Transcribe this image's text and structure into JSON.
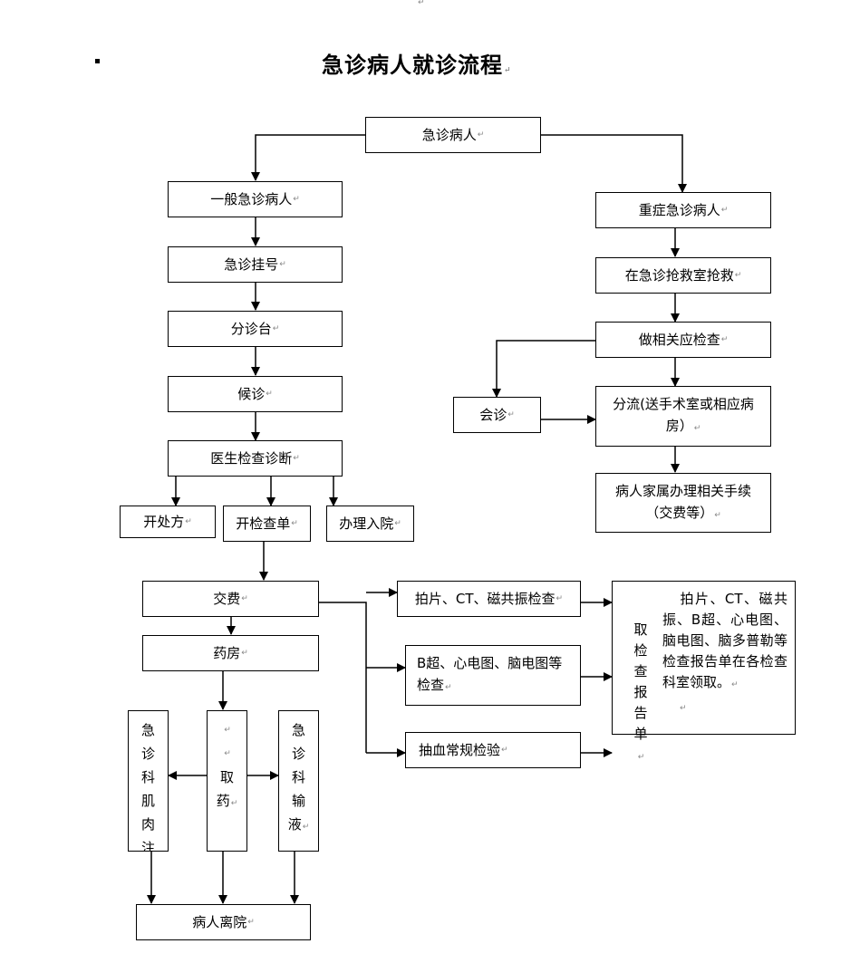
{
  "title": "急诊病人就诊流程",
  "return_mark": "↵",
  "nodes": {
    "start": "急诊病人",
    "general": "一般急诊病人",
    "register": "急诊挂号",
    "triage": "分诊台",
    "waiting": "候诊",
    "diagnosis": "医生检查诊断",
    "prescription": "开处方",
    "exam_order": "开检查单",
    "admission": "办理入院",
    "payment": "交费",
    "pharmacy": "药房",
    "injection": [
      "急",
      "诊",
      "科",
      "肌",
      "肉",
      "注"
    ],
    "get_medicine": [
      "取",
      "药"
    ],
    "infusion": [
      "急",
      "诊",
      "科",
      "输",
      "液"
    ],
    "discharge": "病人离院",
    "critical": "重症急诊病人",
    "rescue": "在急诊抢救室抢救",
    "related_exam": "做相关应检查",
    "consultation": "会诊",
    "transfer": "分流(送手术室或相应病房）",
    "family_procedures": "病人家属办理相关手续（交费等）",
    "imaging_exam": "拍片、CT、磁共振检查",
    "ultrasound_exam": "B超、心电图、脑电图等检查",
    "blood_test": "抽血常规检验",
    "report_label": [
      "取",
      "检",
      "查",
      "报",
      "告",
      "单"
    ],
    "report_note": "拍片、CT、磁共振、B超、心电图、脑电图、脑多普勒等检查报告单在各检查科室领取。"
  }
}
